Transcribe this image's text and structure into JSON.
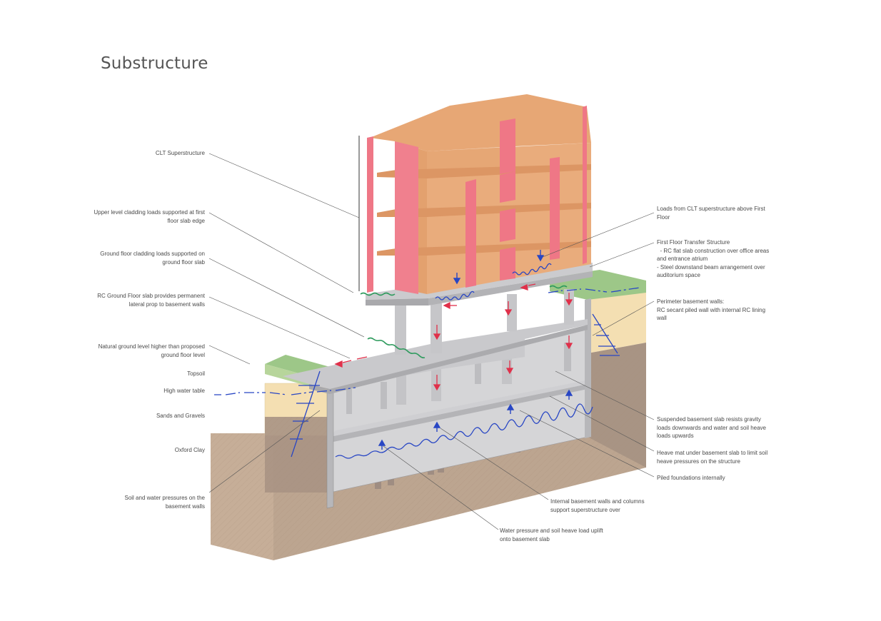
{
  "title": "Substructure",
  "colors": {
    "clt": "#e6a878",
    "clt_dark": "#d59666",
    "pink": "#ee7a86",
    "concrete": "#c9c9cb",
    "concrete_dark": "#a9a9ac",
    "topsoil": "#a7c98f",
    "sands": "#f5e1b7",
    "clay": "#c3ab96",
    "red_arrow": "#e0304a",
    "blue_arrow": "#2846c4",
    "green": "#2f9b5e",
    "leader": "#555555"
  },
  "labels_left": [
    {
      "id": "clt-superstructure",
      "lines": [
        "CLT Superstructure"
      ]
    },
    {
      "id": "upper-cladding",
      "lines": [
        "Upper level cladding loads supported at first",
        "floor slab edge"
      ]
    },
    {
      "id": "ground-cladding",
      "lines": [
        "Ground floor cladding loads supported on",
        "ground floor slab"
      ]
    },
    {
      "id": "rc-ground-slab",
      "lines": [
        "RC Ground Floor slab provides permanent",
        "lateral prop to basement walls"
      ]
    },
    {
      "id": "natural-ground",
      "lines": [
        "Natural ground level higher than proposed",
        "ground floor level"
      ]
    },
    {
      "id": "topsoil",
      "lines": [
        "Topsoil"
      ]
    },
    {
      "id": "high-water",
      "lines": [
        "High water table"
      ]
    },
    {
      "id": "sands",
      "lines": [
        "Sands and Gravels"
      ]
    },
    {
      "id": "oxford-clay",
      "lines": [
        "Oxford Clay"
      ]
    },
    {
      "id": "soil-water",
      "lines": [
        "Soil and water pressures on the",
        "basement walls"
      ]
    }
  ],
  "labels_right": [
    {
      "id": "loads-clt",
      "lines": [
        "Loads from CLT superstructure above First",
        "Floor"
      ]
    },
    {
      "id": "transfer",
      "lines": [
        "First Floor Transfer Structure",
        "  - RC flat slab construction over office areas",
        "and entrance atrium",
        "- Steel downstand beam arrangement over",
        "auditorium space"
      ]
    },
    {
      "id": "perimeter-walls",
      "lines": [
        "Perimeter basement walls:",
        "RC secant piled wall with internal RC lining",
        "wall"
      ]
    },
    {
      "id": "suspended-slab",
      "lines": [
        "Suspended basement slab resists gravity",
        "loads downwards and water and soil heave",
        "loads upwards"
      ]
    },
    {
      "id": "heave-mat",
      "lines": [
        "Heave mat under basement slab to limit soil",
        "heave pressures on the structure"
      ]
    },
    {
      "id": "piled-foundations",
      "lines": [
        "Piled foundations internally"
      ]
    }
  ],
  "labels_bottom": [
    {
      "id": "internal-walls",
      "lines": [
        "Internal basement walls and columns",
        "support superstructure over"
      ]
    },
    {
      "id": "water-pressure",
      "lines": [
        "Water pressure and soil heave load uplift",
        "onto basement slab"
      ]
    }
  ]
}
